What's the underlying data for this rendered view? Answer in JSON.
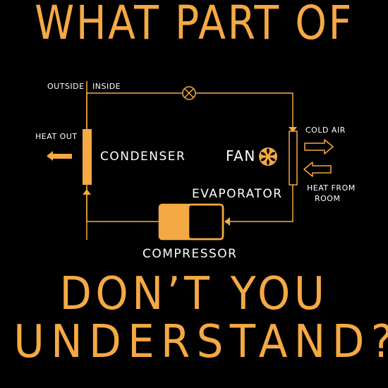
{
  "title_top": "WHAT PART OF",
  "title_bottom_line1": "DON’T YOU",
  "title_bottom_line2": "UNDERSTAND?",
  "labels": {
    "outside": "OUTSIDE",
    "inside": "INSIDE",
    "heat_out": "HEAT OUT",
    "condenser": "CONDENSER",
    "fan": "FAN",
    "cold_air": "COLD AIR",
    "heat_from_room_line1": "HEAT FROM",
    "heat_from_room_line2": "ROOM",
    "evaporator": "EVAPORATOR",
    "compressor": "COMPRESSOR"
  },
  "colors": {
    "accent": "#f5a944",
    "text": "#ffffff",
    "background": "#000000"
  }
}
